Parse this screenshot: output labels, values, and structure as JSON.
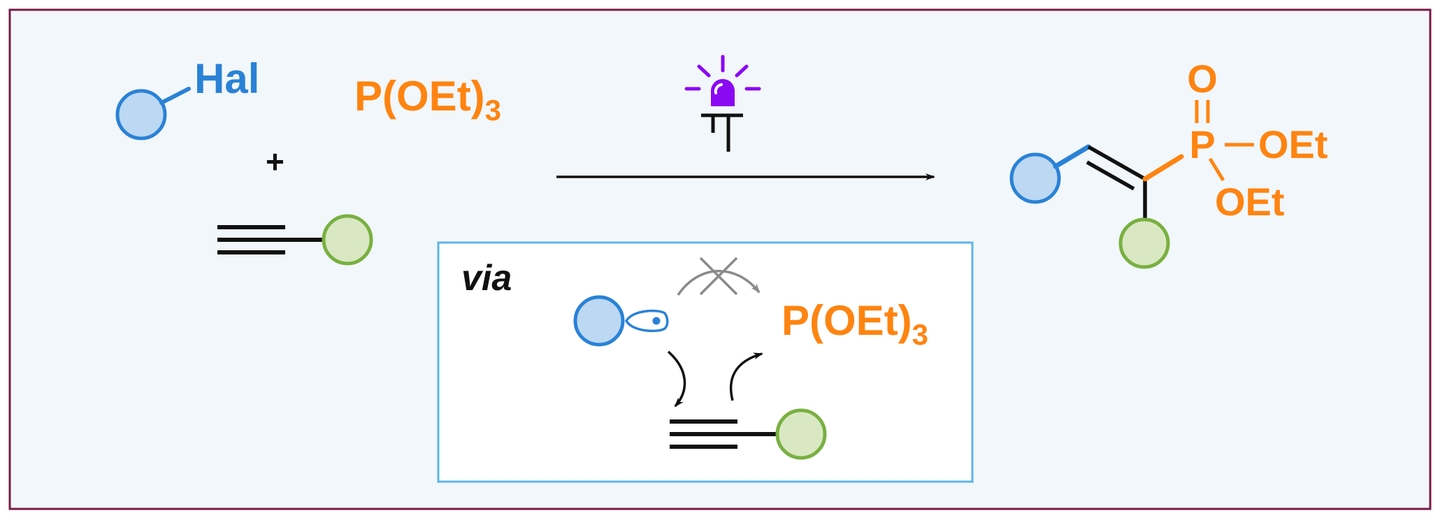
{
  "colors": {
    "frame": "#7a1a4a",
    "panel_bg": "#f2f7fb",
    "inner_box_border": "#5fb4e6",
    "aryl_blue": "#2a82d6",
    "aryl_fill": "#bcd8f3",
    "alkyne_green": "#79b041",
    "alkyne_fill": "#d9e8c2",
    "orange": "#ff8411",
    "bond_black": "#111111",
    "light_purple": "#8a08f2",
    "gray_arrow": "#8a8a8a"
  },
  "reactants": {
    "halide_label": "Hal",
    "phosphite": {
      "main": "P(OEt)",
      "sub": "3"
    },
    "plus": "+"
  },
  "conditions": {
    "light_icon": "light-bulb-icon"
  },
  "mechanism": {
    "via_label": "via",
    "phosphite": {
      "main": "P(OEt)",
      "sub": "3"
    },
    "blocked_path_icon": "cross-icon"
  },
  "product": {
    "oxygen": "O",
    "phosphorus": "P",
    "ethoxy_1": "OEt",
    "ethoxy_2": "OEt"
  }
}
